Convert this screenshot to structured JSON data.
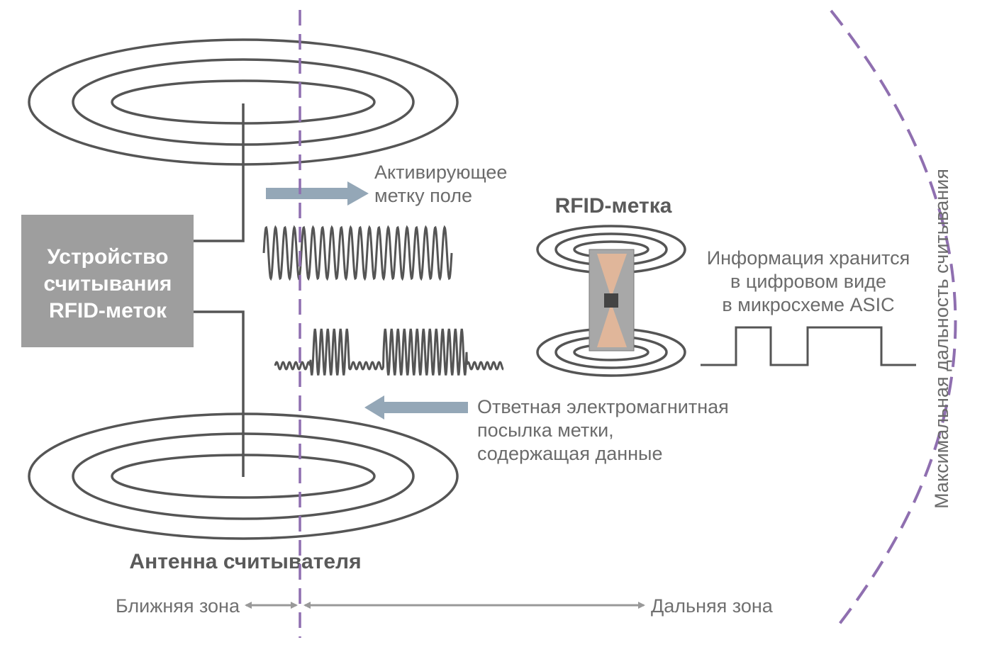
{
  "reader": {
    "line1": "Устройство",
    "line2": "считывания",
    "line3": "RFID-меток"
  },
  "labels": {
    "activating_line1": "Активирующее",
    "activating_line2": "метку поле",
    "tag_title": "RFID-метка",
    "info_line1": "Информация хранится",
    "info_line2": "в цифровом виде",
    "info_line3": "в микросхеме ASIC",
    "response_line1": "Ответная электромагнитная",
    "response_line2": "посылка метки,",
    "response_line3": "содержащая данные",
    "antenna": "Антенна считывателя",
    "near_zone": "Ближняя зона",
    "far_zone": "Дальняя зона",
    "max_range": "Максимальная дальность считывания"
  },
  "colors": {
    "line": "#555555",
    "reader_box": "#9e9e9e",
    "arrow": "#94a7b7",
    "dashed": "#8f6fb0",
    "chip_body": "#a8a8a8",
    "chip_cone": "#e0b69a",
    "chip_core": "#444444",
    "zone_arrow": "#999999"
  }
}
